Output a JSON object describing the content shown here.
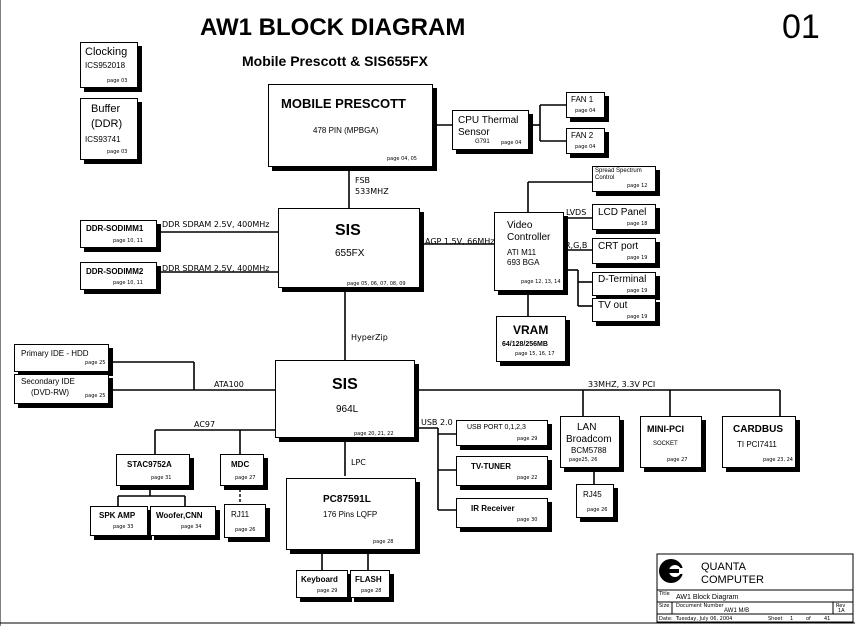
{
  "header": {
    "title": "AW1  BLOCK DIAGRAM",
    "subtitle": "Mobile Prescott & SIS655FX",
    "page_number": "01"
  },
  "clocking": {
    "name": "Clocking",
    "part": "ICS952018",
    "page": "page  03"
  },
  "buffer": {
    "name1": "Buffer",
    "name2": "(DDR)",
    "part": "ICS93741",
    "page": "page  03"
  },
  "cpu": {
    "name": "MOBILE PRESCOTT",
    "pins": "478 PIN (MPBGA)",
    "page": "page  04, 05"
  },
  "thermal": {
    "name1": "CPU Thermal",
    "name2": "Sensor",
    "part": "G791",
    "page": "page  04"
  },
  "fan1": {
    "name": "FAN 1",
    "page": "page  04"
  },
  "fan2": {
    "name": "FAN 2",
    "page": "page  04"
  },
  "fsb": {
    "l1": "FSB",
    "l2": "533MHZ"
  },
  "nb": {
    "name": "SIS",
    "sub": "655FX",
    "page": "page  05, 06, 07, 08, 09"
  },
  "ddr1": {
    "name": "DDR-SODIMM1",
    "page": "page  10, 11",
    "bus": "DDR SDRAM 2.5V, 400MHz"
  },
  "ddr2": {
    "name": "DDR-SODIMM2",
    "page": "page  10, 11",
    "bus": "DDR SDRAM 2.5V, 400MHz"
  },
  "agp": "AGP 1.5V, 66MHz",
  "video": {
    "name1": "Video",
    "name2": "Controller",
    "part1": "ATI M11",
    "part2": "693 BGA",
    "page": "page  12, 13, 14"
  },
  "ssc": {
    "name1": "Spread Spectrum",
    "name2": "Control",
    "page": "page  12"
  },
  "lvds": "LVDS",
  "lcd": {
    "name": "LCD Panel",
    "page": "page  18"
  },
  "rgb": "R,G,B",
  "crt": {
    "name": "CRT port",
    "page": "page  19"
  },
  "dterm": {
    "name": "D-Terminal",
    "page": "page  19"
  },
  "tvout": {
    "name": "TV out",
    "page": "page  19"
  },
  "vram": {
    "name": "VRAM",
    "sizes": "64/128/256MB",
    "page": "page  15, 16, 17"
  },
  "hyperzip": "HyperZip",
  "sb": {
    "name": "SIS",
    "sub": "964L",
    "page": "page  20, 21, 22"
  },
  "pide": {
    "name": "Primary IDE - HDD",
    "page": "page  25"
  },
  "side": {
    "name1": "Secondary IDE",
    "name2": "(DVD-RW)",
    "page": "page  25"
  },
  "ata": "ATA100",
  "pci": "33MHZ, 3.3V PCI",
  "lan": {
    "name1": "LAN",
    "name2": "Broadcom",
    "part": "BCM5788",
    "page": "page25, 26"
  },
  "rj45": {
    "name": "RJ45",
    "page": "page  26"
  },
  "minipci": {
    "name": "MINI-PCI",
    "part": "SOCKET",
    "page": "page  27"
  },
  "cardbus": {
    "name": "CARDBUS",
    "part": "TI PCI7411",
    "page": "page  23, 24"
  },
  "ac97": "AC97",
  "usb": "USB 2.0",
  "usbport": {
    "name": "USB PORT 0,1,2,3",
    "page": "page  29"
  },
  "tvtuner": {
    "name": "TV-TUNER",
    "page": "page  22"
  },
  "ir": {
    "name": "IR Receiver",
    "page": "page  30"
  },
  "stac": {
    "name": "STAC9752A",
    "page": "page  31"
  },
  "mdc": {
    "name": "MDC",
    "page": "page  27"
  },
  "spk": {
    "name": "SPK AMP",
    "page": "page  33"
  },
  "woofer": {
    "name": "Woofer,CNN",
    "page": "page  34"
  },
  "rj11": {
    "name": "RJ11",
    "page": "page  26"
  },
  "lpc": "LPC",
  "sio": {
    "name": "PC87591L",
    "pins": "176 Pins LQFP",
    "page": "page  28"
  },
  "keyboard": {
    "name": "Keyboard",
    "page": "page  29"
  },
  "flash": {
    "name": "FLASH",
    "page": "page  28"
  },
  "titleblock": {
    "company1": "QUANTA",
    "company2": "COMPUTER",
    "title_label": "Title",
    "title": "AW1 Block Diagram",
    "size_label": "Size",
    "docnum_label": "Document Number",
    "docnum": "AW1 M/B",
    "rev_label": "Rev",
    "rev": "1A",
    "date_label": "Date:",
    "date": "Tuesday, July 06, 2004",
    "sheet_label": "Sheet",
    "sheet": "1",
    "of_label": "of",
    "total": "41"
  }
}
